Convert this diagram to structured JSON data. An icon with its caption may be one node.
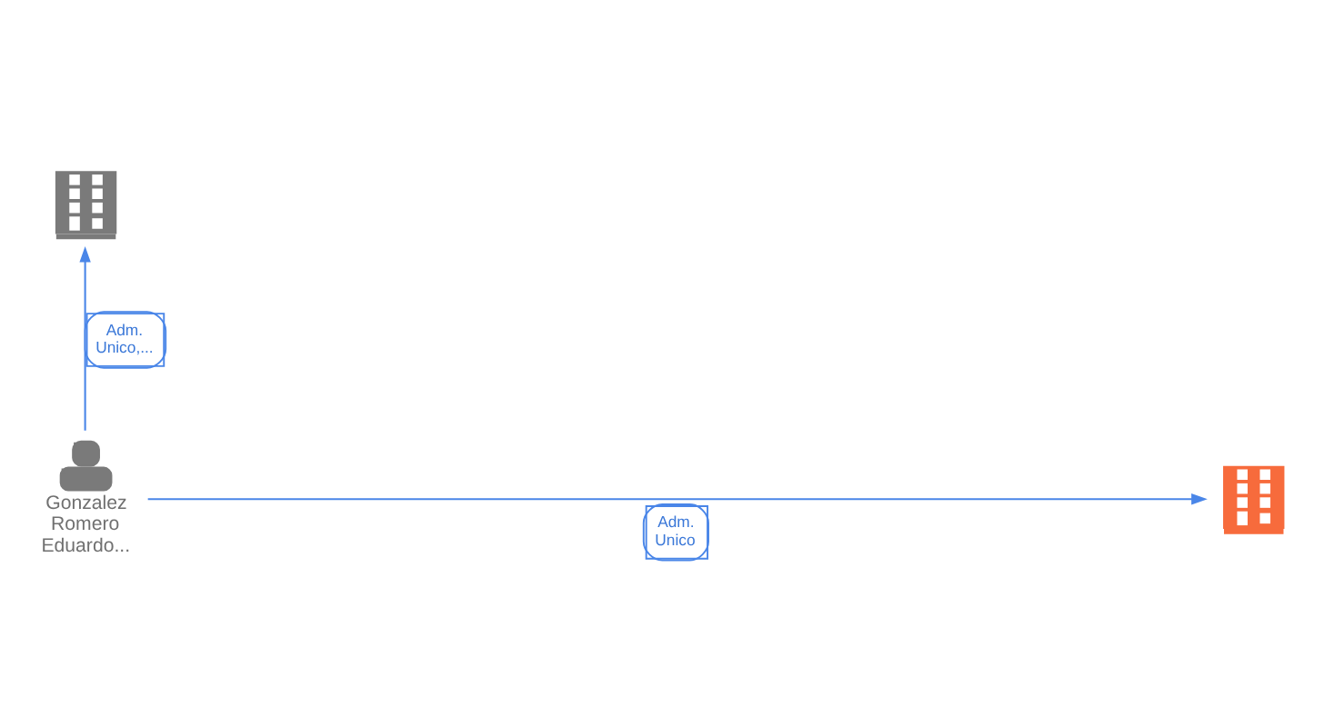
{
  "diagram": {
    "nodes": [
      {
        "text": [],
        "shape": "building"
      },
      {
        "text": [
          "Gonzalez Romero Eduardo..."
        ]
      },
      {
        "text": [],
        "shape": "building"
      }
    ],
    "edges": [
      {
        "from": 1,
        "to": 0,
        "arrow": "to",
        "label": "Adm. Unico,..."
      },
      {
        "from": 1,
        "to": 2,
        "arrow": "to",
        "label": "Adm. Unico"
      }
    ]
  }
}
